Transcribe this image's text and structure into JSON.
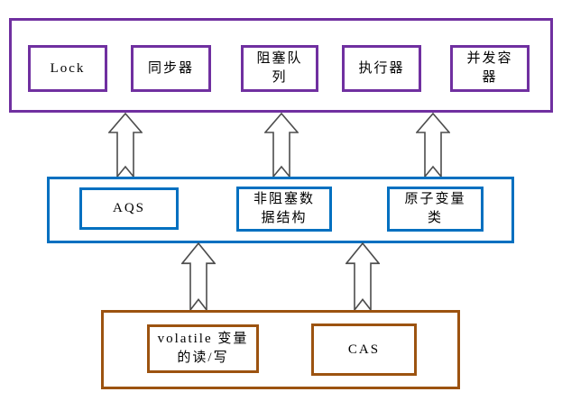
{
  "colors": {
    "top_layer_border": "#7030a0",
    "middle_layer_border": "#0070c0",
    "bottom_layer_border": "#9c5310",
    "arrow_outline": "#4d4d4d",
    "arrow_fill": "#ffffff",
    "background": "#ffffff",
    "text": "#000000"
  },
  "layers": {
    "top": {
      "boxes": [
        {
          "label": "Lock"
        },
        {
          "label": "同步器"
        },
        {
          "label": "阻塞队\n列"
        },
        {
          "label": "执行器"
        },
        {
          "label": "并发容\n器"
        }
      ]
    },
    "middle": {
      "boxes": [
        {
          "label": "AQS"
        },
        {
          "label": "非阻塞数\n据结构"
        },
        {
          "label": "原子变量\n类"
        }
      ]
    },
    "bottom": {
      "boxes": [
        {
          "label": "volatile 变量\n的读/写"
        },
        {
          "label": "CAS"
        }
      ]
    }
  },
  "arrows": {
    "middle_to_top": {
      "count": 3,
      "direction": "up",
      "icon": "up-block-arrow"
    },
    "bottom_to_middle": {
      "count": 2,
      "direction": "up",
      "icon": "up-block-arrow"
    }
  }
}
